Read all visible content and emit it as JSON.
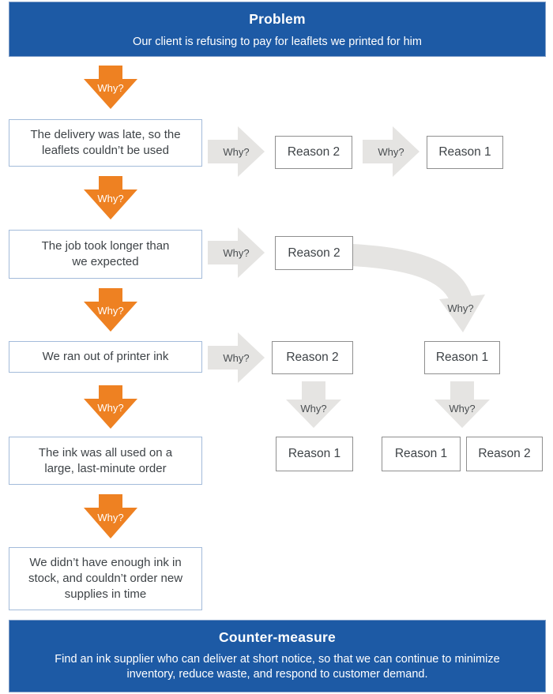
{
  "problem_banner": {
    "title": "Problem",
    "subtitle": "Our client is refusing to pay for leaflets we printed for him"
  },
  "counter_banner": {
    "title": "Counter-measure",
    "text": "Find an ink supplier who can deliver at short notice, so that we can continue to minimize inventory, reduce waste, and respond to customer demand."
  },
  "why_label": "Why?",
  "causes": [
    {
      "text": "The delivery was late, so the leaflets couldn’t be used"
    },
    {
      "text": "The job took longer than we expected"
    },
    {
      "text": "We ran out of printer ink"
    },
    {
      "text": "The ink was all used on a large, last-minute order"
    },
    {
      "text": "We didn’t have enough ink in stock, and couldn’t order new supplies in time"
    }
  ],
  "reasons": {
    "row1_a": "Reason 2",
    "row1_b": "Reason 1",
    "row2_a": "Reason 2",
    "row3_a": "Reason 2",
    "row3_b": "Reason 1",
    "row4_a": "Reason 1",
    "row4_b": "Reason 1",
    "row4_c": "Reason 2"
  },
  "colors": {
    "banner_blue": "#1d5aa5",
    "arrow_orange": "#ee8122",
    "arrow_gray": "#e5e4e2",
    "cause_border": "#a3bbda",
    "reason_border": "#8f8f8f",
    "text_dark": "#3e4347"
  }
}
